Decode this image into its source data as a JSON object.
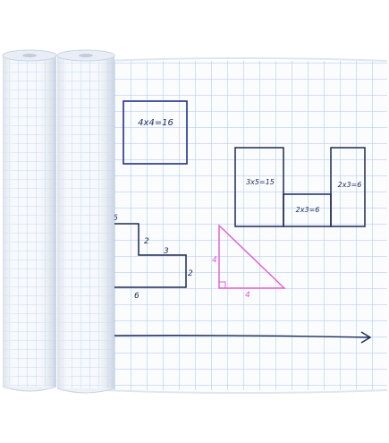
{
  "colors": {
    "background": "#ffffff",
    "paper": "#fbfcfe",
    "grid": "#a9c4ea",
    "grid_strong": "#8fb2e3",
    "ink_dark": "#1a2a55",
    "ink_navy": "#24308a",
    "ink_pink": "#e15ad8",
    "roll_shadow": "#c9d3e2"
  },
  "icons": [
    "paper-roll-left",
    "paper-roll-right",
    "grid-sheet",
    "hand-drawn-arrow"
  ],
  "drawings": {
    "square_label": "4x4=16",
    "rect_a_label": "3x5=15",
    "rect_b_label": "2x3=6",
    "rect_c_label": "2x3=6",
    "shape_side_top": "2",
    "shape_side_mid": "3",
    "shape_side_right": "2",
    "shape_side_bottom": "6",
    "shape_side_left": "6",
    "triangle_height": "4",
    "triangle_base": "4"
  }
}
